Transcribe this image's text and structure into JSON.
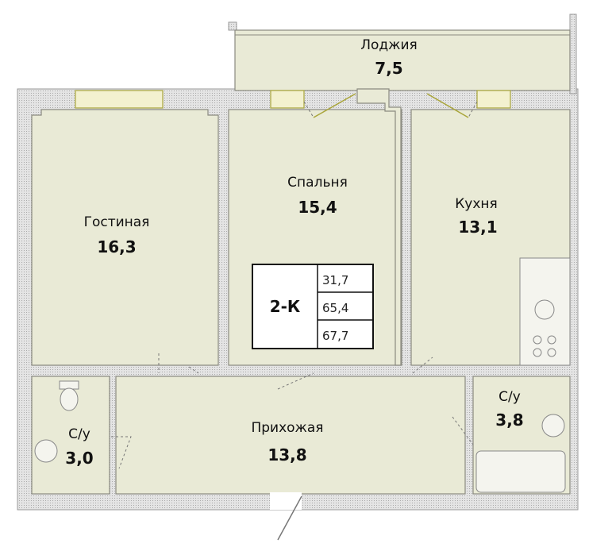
{
  "rooms": {
    "loggia": {
      "name": "Лоджия",
      "area": "7,5"
    },
    "living": {
      "name": "Гостиная",
      "area": "16,3"
    },
    "bedroom": {
      "name": "Спальня",
      "area": "15,4"
    },
    "kitchen": {
      "name": "Кухня",
      "area": "13,1"
    },
    "hallway": {
      "name": "Прихожая",
      "area": "13,8"
    },
    "bath_left": {
      "name": "С/у",
      "area": "3,0"
    },
    "bath_right": {
      "name": "С/у",
      "area": "3,8"
    }
  },
  "info_box": {
    "type": "2-К",
    "living_area": "31,7",
    "total_area": "65,4",
    "total_with_loggia": "67,7"
  },
  "colors": {
    "room_fill": "#e9ead6",
    "window": "#a9a53a"
  }
}
